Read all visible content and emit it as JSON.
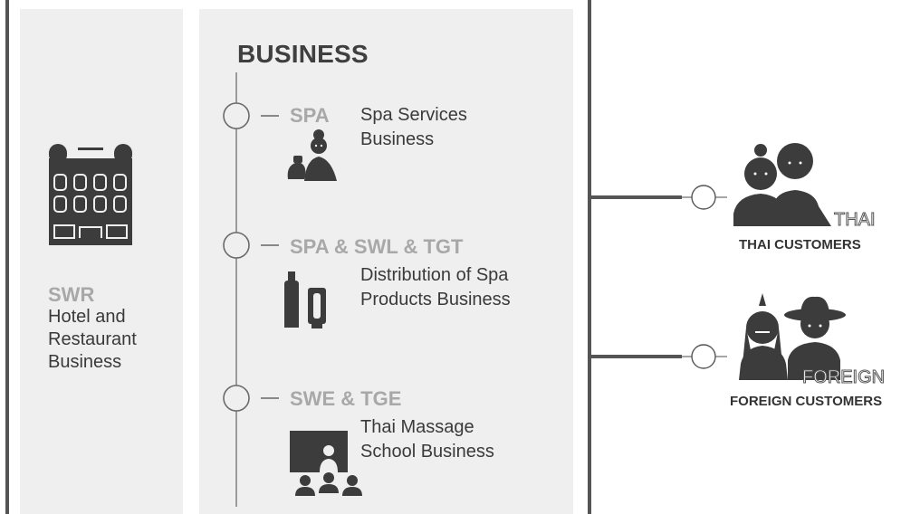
{
  "title": "BUSINESS",
  "swr": {
    "code": "SWR",
    "desc": [
      "Hotel and",
      "Restaurant",
      "Business"
    ],
    "icon": "hotel-building-icon"
  },
  "businesses": [
    {
      "code": "SPA",
      "desc": [
        "Spa Services",
        "Business"
      ],
      "icon": "spa-therapist-icon"
    },
    {
      "code": "SPA & SWL & TGT",
      "desc": [
        "Distribution of Spa",
        "Products Business"
      ],
      "icon": "spa-products-icon"
    },
    {
      "code": "SWE & TGE",
      "desc": [
        "Thai Massage",
        "School Business"
      ],
      "icon": "classroom-icon"
    }
  ],
  "customers": [
    {
      "tag": "THAI",
      "label": "THAI CUSTOMERS",
      "icon": "thai-customers-icon"
    },
    {
      "tag": "FOREIGN",
      "label": "FOREIGN CUSTOMERS",
      "icon": "foreign-customers-icon"
    }
  ],
  "colors": {
    "panel": "#efefef",
    "bar": "#555555",
    "code_grey": "#a8a8a8",
    "text": "#3a3a3a",
    "icon": "#3c3c3c"
  }
}
